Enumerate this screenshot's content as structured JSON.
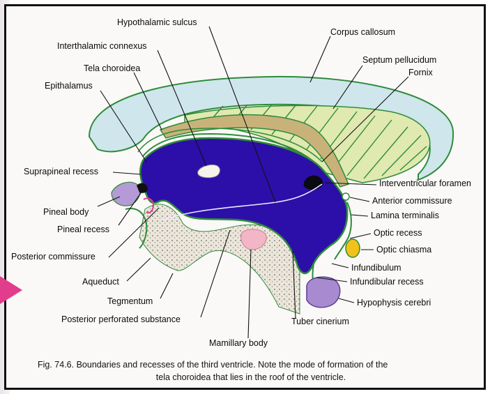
{
  "diagram": {
    "colors": {
      "ventricle": "#2c0fa8",
      "corpus_callosum": "#cfe6ec",
      "fornix": "#c9b27a",
      "septum": "#dfe9b0",
      "outline_green": "#2f8b3a",
      "pineal": "#b49ad6",
      "hypophysis": "#a78ad0",
      "mamillary": "#f2b6c6",
      "optic_chiasma": "#f2c21a",
      "tegmentum": "#ece6da",
      "accent": "#e23c8c"
    },
    "labels": {
      "hypothalamic_sulcus": "Hypothalamic sulcus",
      "corpus_callosum": "Corpus callosum",
      "interthalamic_connexus": "Interthalamic connexus",
      "septum_pellucidum": "Septum pellucidum",
      "tela_choroidea": "Tela choroidea",
      "fornix": "Fornix",
      "epithalamus": "Epithalamus",
      "suprapineal_recess": "Suprapineal recess",
      "interventricular_foramen": "Interventricular foramen",
      "anterior_commissure": "Anterior commissure",
      "pineal_body": "Pineal body",
      "lamina_terminalis": "Lamina terminalis",
      "pineal_recess": "Pineal recess",
      "optic_recess": "Optic recess",
      "posterior_commissure": "Posterior commissure",
      "optic_chiasma": "Optic chiasma",
      "infundibulum": "Infundibulum",
      "aqueduct": "Aqueduct",
      "infundibular_recess": "Infundibular recess",
      "tegmentum": "Tegmentum",
      "hypophysis_cerebri": "Hypophysis cerebri",
      "posterior_perforated_substance": "Posterior perforated substance",
      "tuber_cinerium": "Tuber cinerium",
      "mamillary_body": "Mamillary body"
    }
  },
  "caption": {
    "line1": "Fig. 74.6. Boundaries and recesses of the third ventricle. Note the mode of formation of the",
    "line2": "tela choroidea that lies in the roof of the ventricle."
  }
}
